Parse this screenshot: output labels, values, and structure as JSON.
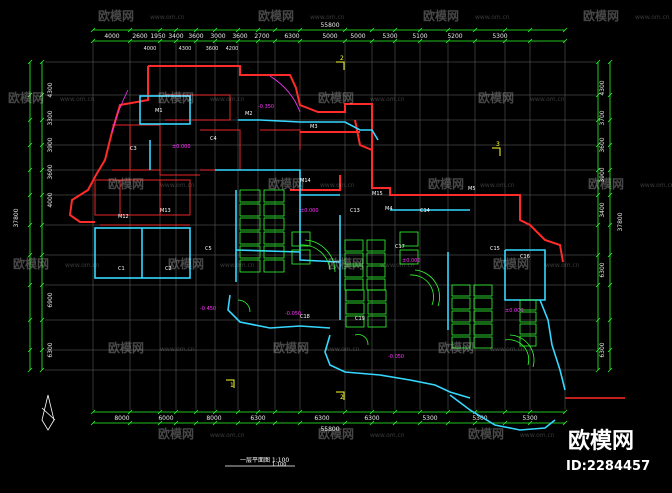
{
  "drawing": {
    "title": "一层平面图 1:100",
    "total_dimension": "55800",
    "colors": {
      "background": "#000000",
      "grid": "#8a8a8a",
      "wall_red": "#ff2b2b",
      "wall_cyan": "#36d8ff",
      "furniture_green": "#33ff33",
      "dimension_green": "#2cff2c",
      "level_text": "#ff33ff"
    },
    "top_dims": [
      "4000",
      "2600",
      "1950",
      "3400",
      "3600",
      "3000",
      "3600",
      "2700",
      "6300",
      "5000",
      "5000",
      "5300",
      "5100",
      "5200",
      "5300"
    ],
    "top_subdims": [
      "4000",
      "4300",
      "3600",
      "4200"
    ],
    "bottom_dims": [
      "8000",
      "6000",
      "8000",
      "6300",
      "6300",
      "6300",
      "5300",
      "5300",
      "5300"
    ],
    "left_dims": [
      "4300",
      "3300",
      "3900",
      "3600",
      "4000",
      "6900",
      "6300"
    ],
    "left_total": "37800",
    "right_dims": [
      "4300",
      "3700",
      "3600",
      "3900",
      "3400",
      "6300",
      "6300"
    ],
    "right_total": "37800",
    "axis_marks": [
      "2",
      "3",
      "2",
      "1"
    ],
    "levels": [
      "±0.000",
      "±0.000",
      "-0.450",
      "±0.000",
      "-0.050",
      "-0.050",
      "±0.000",
      "-0.350"
    ],
    "room_labels": [
      "C1",
      "C2",
      "C3",
      "C4",
      "C5",
      "M1",
      "M2",
      "M3",
      "M4",
      "M5",
      "C13",
      "C14",
      "C15",
      "C16",
      "C17",
      "C18",
      "C19",
      "M12",
      "M13",
      "M14",
      "M15",
      "1:100"
    ]
  },
  "watermarks": {
    "brand": "欧模网",
    "domain": "www.om.cn"
  },
  "badge": {
    "brand": "欧模网",
    "id": "ID:2284457"
  }
}
